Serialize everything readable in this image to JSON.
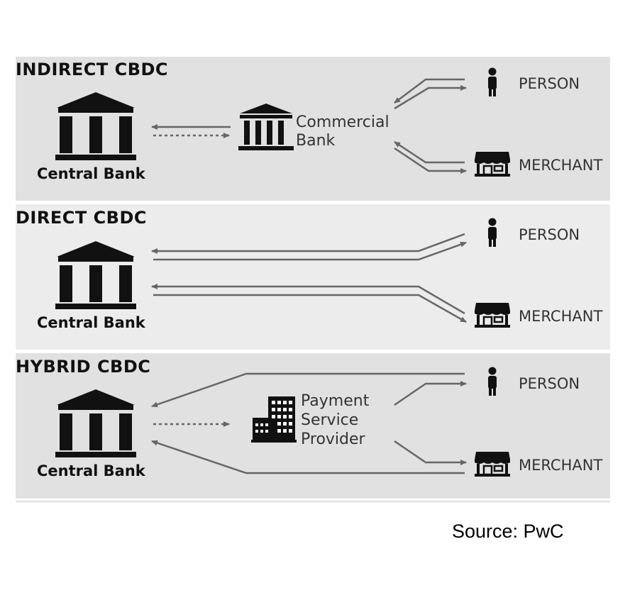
{
  "panels": [
    {
      "title": "INDIRECT CBDC",
      "central_bank": "Central Bank",
      "intermediary_lines": [
        "Commercial",
        "Bank"
      ],
      "person": "PERSON",
      "merchant": "MERCHANT"
    },
    {
      "title": "DIRECT CBDC",
      "central_bank": "Central Bank",
      "person": "PERSON",
      "merchant": "MERCHANT"
    },
    {
      "title": "HYBRID CBDC",
      "central_bank": "Central Bank",
      "intermediary_lines": [
        "Payment",
        "Service",
        "Provider"
      ],
      "person": "PERSON",
      "merchant": "MERCHANT"
    }
  ],
  "source": "Source: PwC",
  "colors": {
    "panel_dark": "#e1e1e1",
    "panel_light": "#ececec",
    "arrow": "#666666",
    "icon": "#111111"
  }
}
